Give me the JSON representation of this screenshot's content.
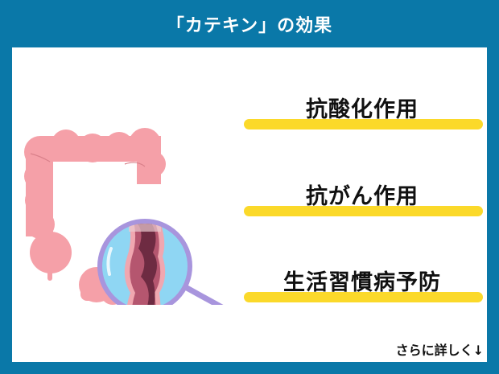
{
  "header": {
    "title": "「カテキン」の効果"
  },
  "illustration": {
    "subject": "large-intestine-under-magnifying-glass",
    "colors": {
      "intestine": "#f5a0a8",
      "lens_fill": "#8fd6f3",
      "lens_rim": "#a895dd",
      "interior_dark": "#6e2b42",
      "interior_mid": "#b5566f",
      "interior_outline": "#f0a7b0"
    }
  },
  "effects": [
    {
      "label": "抗酸化作用"
    },
    {
      "label": "抗がん作用"
    },
    {
      "label": "生活習慣病予防"
    }
  ],
  "footer": {
    "more_label": "さらに詳しく↓"
  },
  "colors": {
    "background": "#0a78a8",
    "panel": "#ffffff",
    "highlight_bar": "#fbd92a",
    "text": "#111111"
  }
}
